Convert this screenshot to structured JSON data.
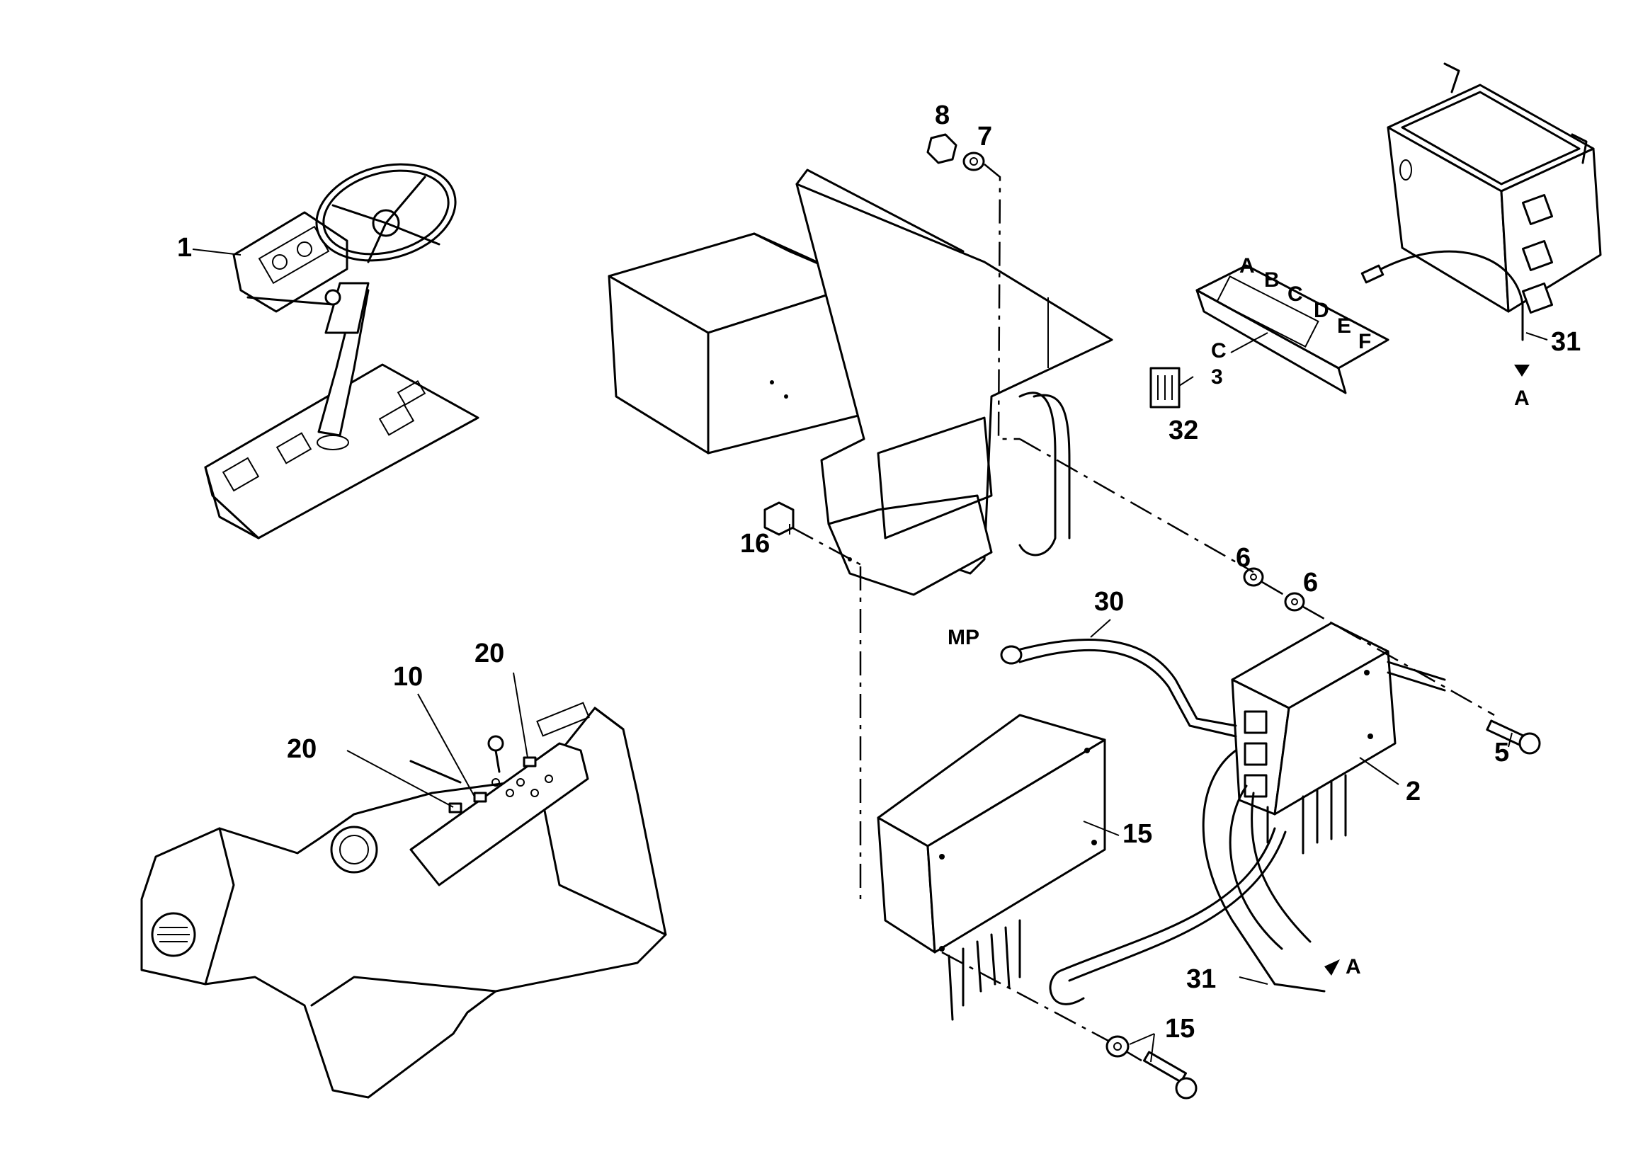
{
  "diagram": {
    "callouts": {
      "c1": "1",
      "c2": "2",
      "c3": "3",
      "c5": "5",
      "c6a": "6",
      "c6b": "6",
      "c7": "7",
      "c8": "8",
      "c10": "10",
      "c15a": "15",
      "c15b": "15",
      "c16": "16",
      "c20a": "20",
      "c20b": "20",
      "c30": "30",
      "c31a": "31",
      "c31b": "31",
      "c32": "32"
    },
    "connector_letters": [
      "A",
      "B",
      "C",
      "D",
      "E",
      "F"
    ],
    "fuse_position": "C",
    "cable_end_a_top": "A",
    "cable_end_a_bottom": "A",
    "ground_point": "MP"
  }
}
